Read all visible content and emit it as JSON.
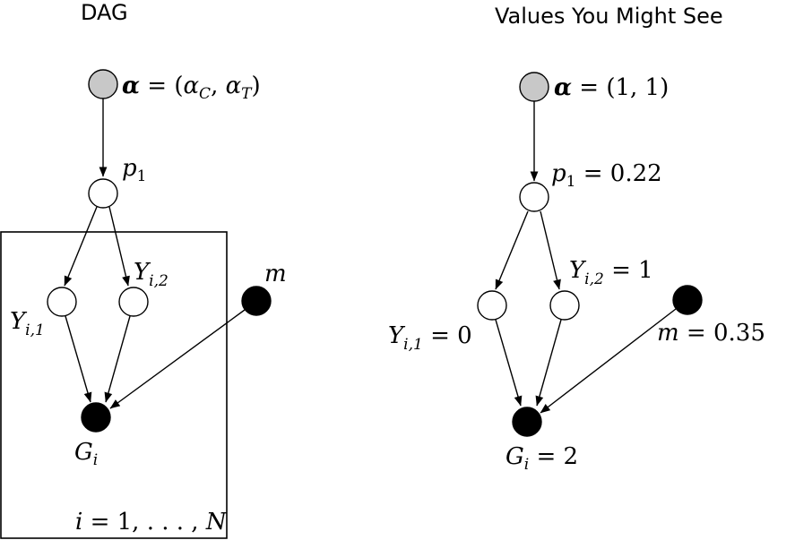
{
  "left_panel": {
    "title": "DAG",
    "labels": {
      "alpha_symbol": "α",
      "alpha_eq": " = (",
      "alpha_c": "α",
      "alpha_c_sub": "C",
      "comma": ", ",
      "alpha_t": "α",
      "alpha_t_sub": "T",
      "close_paren": ")",
      "p": "p",
      "p_sub": "1",
      "y": "Y",
      "y1_sub": "i,1",
      "y2_sub": "i,2",
      "m": "m",
      "g": "G",
      "g_sub": "i",
      "plate_i": "i",
      "plate_range": " = 1, . . . , ",
      "plate_n": "N"
    }
  },
  "right_panel": {
    "title": "Values You Might See",
    "labels": {
      "alpha_symbol": "α",
      "alpha_value": " = (1, 1)",
      "p": "p",
      "p_sub": "1",
      "p_value": " = 0.22",
      "y": "Y",
      "y1_sub": "i,1",
      "y1_value": " = 0",
      "y2_sub": "i,2",
      "y2_value": " = 1",
      "m": "m",
      "m_value": " = 0.35",
      "g": "G",
      "g_sub": "i",
      "g_value": " = 2"
    }
  },
  "colors": {
    "hyperparameter_node": "#c8c8c8",
    "latent_node": "#ffffff",
    "observed_node": "#000000",
    "stroke": "#000000"
  }
}
